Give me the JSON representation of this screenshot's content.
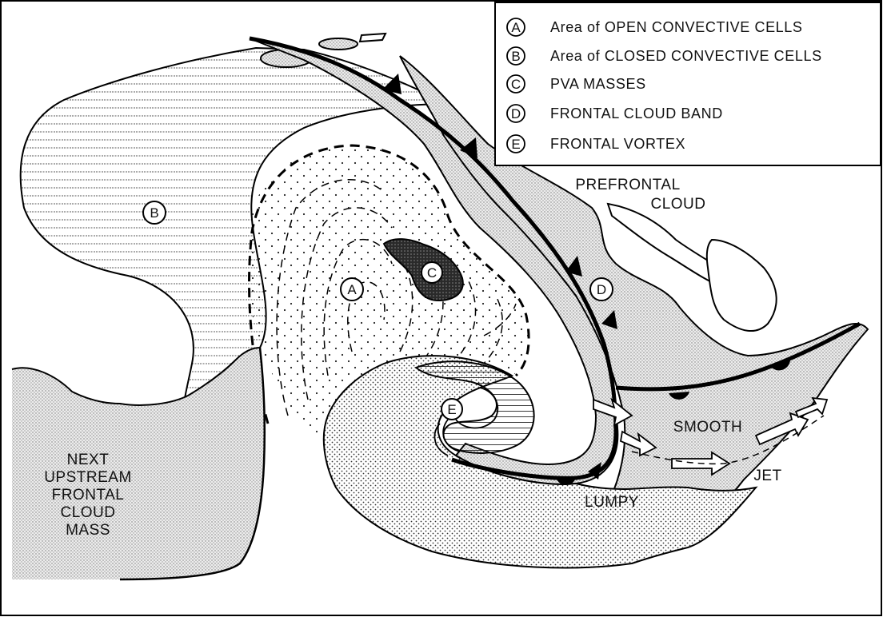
{
  "legend": {
    "items": [
      {
        "key": "A",
        "label": "Area of OPEN CONVECTIVE CELLS"
      },
      {
        "key": "B",
        "label": "Area of CLOSED CONVECTIVE CELLS"
      },
      {
        "key": "C",
        "label": "PVA MASSES"
      },
      {
        "key": "D",
        "label": "FRONTAL CLOUD BAND"
      },
      {
        "key": "E",
        "label": "FRONTAL VORTEX"
      }
    ]
  },
  "labels": {
    "prefrontal_line1": "PREFRONTAL",
    "prefrontal_line2": "CLOUD",
    "smooth": "SMOOTH",
    "jet": "JET",
    "lumpy": "LUMPY",
    "upstream_line1": "NEXT",
    "upstream_line2": "UPSTREAM",
    "upstream_line3": "FRONTAL",
    "upstream_line4": "CLOUD",
    "upstream_line5": "MASS"
  },
  "markers": {
    "a": "A",
    "b": "B",
    "c": "C",
    "d": "D",
    "e": "E"
  }
}
